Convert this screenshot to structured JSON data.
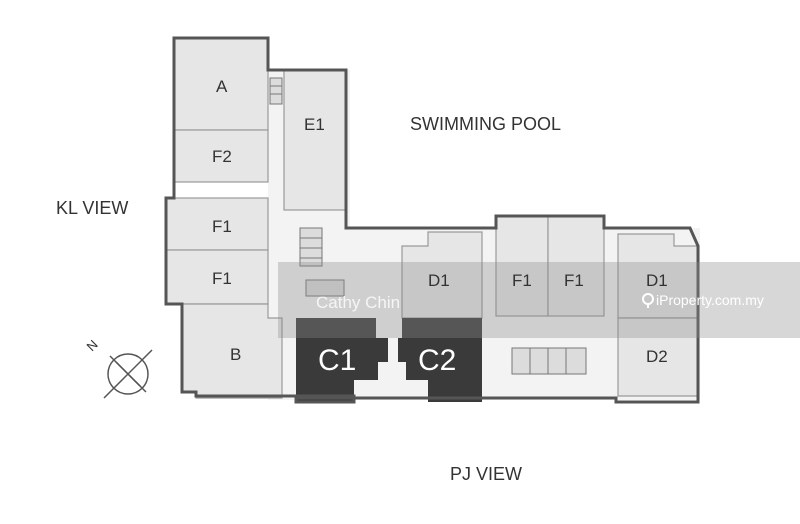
{
  "floorplan": {
    "view_labels": {
      "swimming_pool": "SWIMMING POOL",
      "kl_view": "KL VIEW",
      "pj_view": "PJ VIEW"
    },
    "compass_letter": "N",
    "units": {
      "a": "A",
      "f2": "F2",
      "e1": "E1",
      "f1_left_top": "F1",
      "f1_left_bottom": "F1",
      "b": "B",
      "d1_center": "D1",
      "f1_right_a": "F1",
      "f1_right_b": "F1",
      "d1_right": "D1",
      "d2": "D2",
      "c1": "C1",
      "c2": "C2"
    },
    "highlighted_units": [
      "C1",
      "C2"
    ]
  },
  "watermark": {
    "agent_name": "Cathy Chin",
    "brand": "iProperty.com.my"
  },
  "colors": {
    "wall": "#555555",
    "unit_fill": "#e6e6e6",
    "corridor_fill": "#f3f3f3",
    "highlight": "#3a3a3a",
    "watermark_band": "#8c8c8c"
  }
}
